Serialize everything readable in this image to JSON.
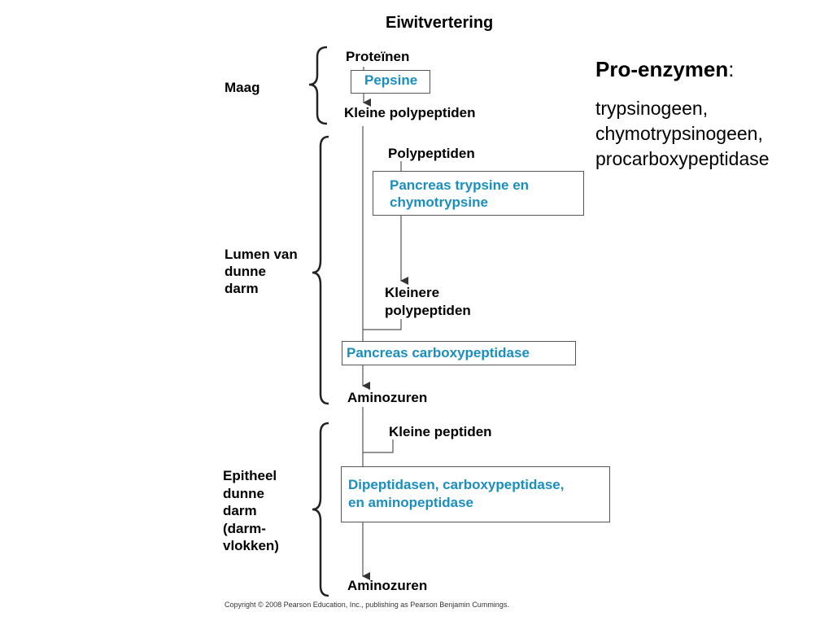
{
  "title": "Eiwitvertering",
  "regions": {
    "stomach": "Maag",
    "lumen": [
      "Lumen van",
      "dunne",
      "darm"
    ],
    "epithelium": [
      "Epitheel",
      "dunne",
      "darm",
      "(darm-",
      "vlokken)"
    ]
  },
  "substrates": {
    "proteins": "Proteïnen",
    "small_polypeptides": "Kleine polypeptiden",
    "polypeptides": "Polypeptiden",
    "smaller_polypeptides": [
      "Kleinere",
      "polypeptiden"
    ],
    "amino_acids_1": "Aminozuren",
    "small_peptides": "Kleine peptiden",
    "amino_acids_2": "Aminozuren"
  },
  "enzymes": {
    "pepsin": "Pepsine",
    "trypsin": [
      "Pancreas trypsine en",
      "chymotrypsine"
    ],
    "carboxypeptidase": "Pancreas carboxypeptidase",
    "epithelial": [
      "Dipeptidasen, carboxypeptidase,",
      "en aminopeptidase"
    ]
  },
  "proenzymes": {
    "heading": "Pro-enzymen",
    "colon": ":",
    "items": [
      "trypsinogeen,",
      "chymotrypsinogeen,",
      "procarboxypeptidase"
    ]
  },
  "copyright": "Copyright © 2008 Pearson Education, Inc., publishing as Pearson Benjamin Cummings.",
  "colors": {
    "enzyme_text": "#1a8fbf",
    "lines": "#555555"
  }
}
